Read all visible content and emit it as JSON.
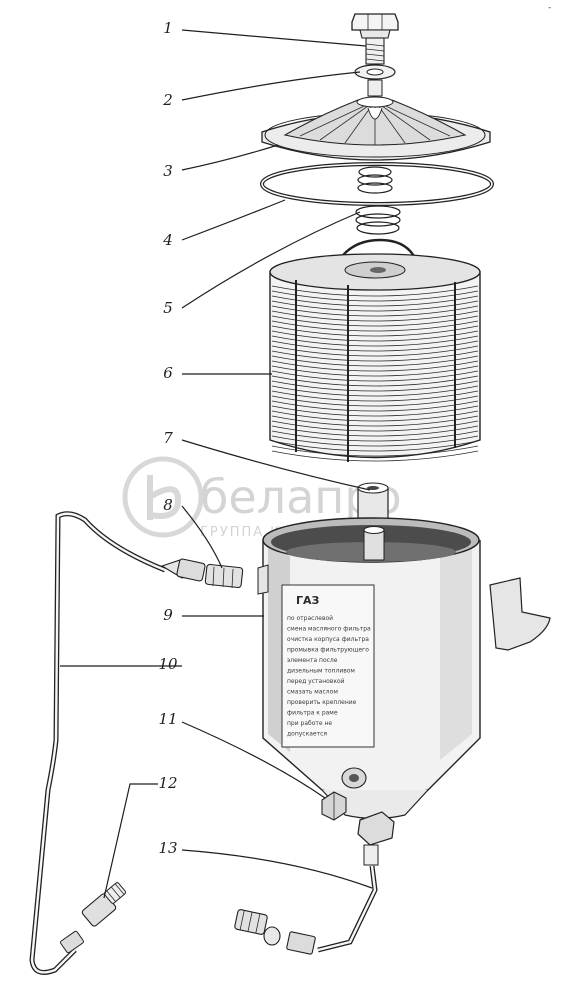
{
  "corner_mark": "-",
  "watermark": {
    "brand": "белапро",
    "tagline": "ГРУППА К"
  },
  "labels": [
    "1",
    "2",
    "3",
    "4",
    "5",
    "6",
    "7",
    "8",
    "9",
    "10",
    "11",
    "12",
    "13"
  ],
  "plate": {
    "title": "ГАЗ",
    "lines": [
      "по отраслевой",
      "смена масляного фильтра",
      "очистка корпуса фильтра",
      "промывка фильтрующего",
      "элемента после",
      "дизельным топливом",
      "перед установкой",
      "смазать маслом",
      "проверить крепление",
      "фильтра к раме",
      "при работе не",
      "допускается"
    ]
  }
}
